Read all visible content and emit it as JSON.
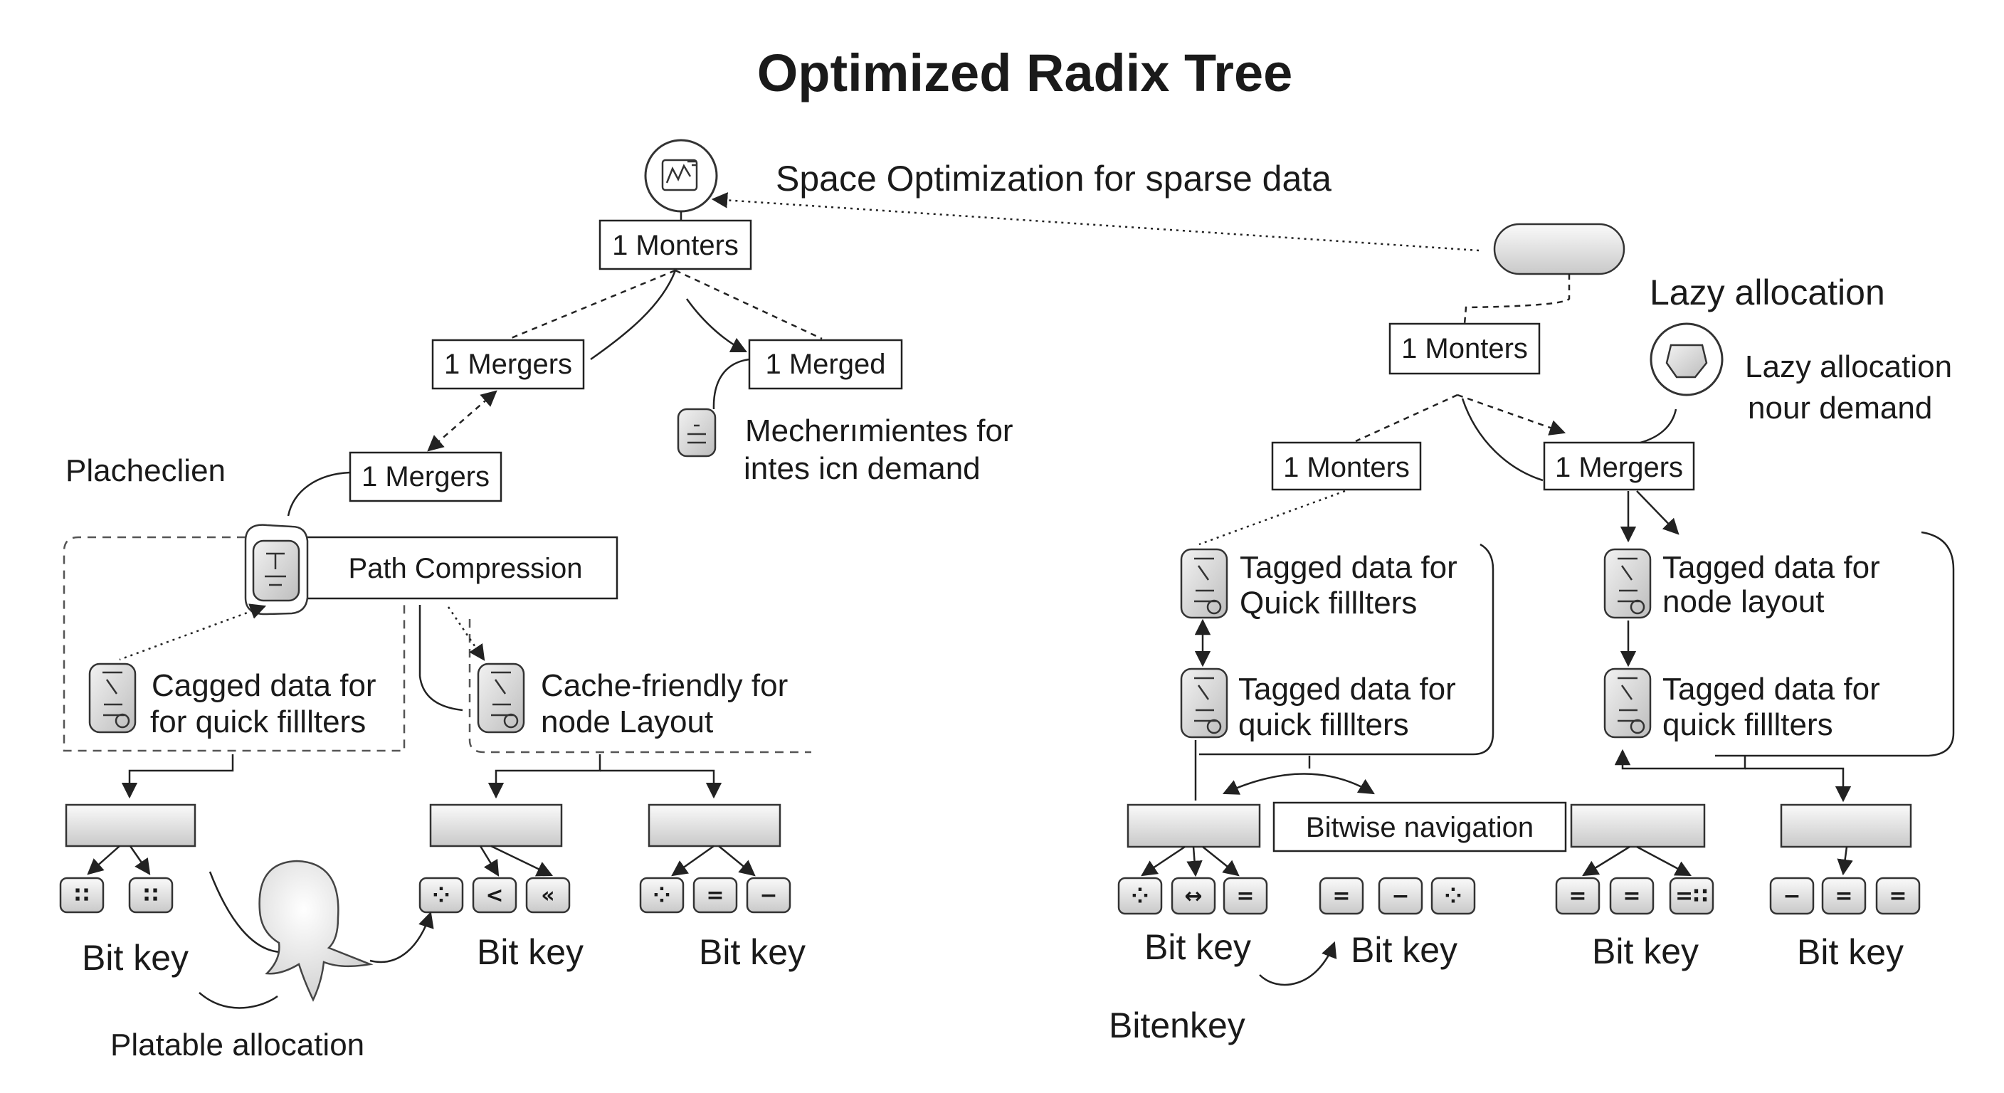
{
  "title": "Optimized Radix Tree",
  "top_note": "Space Optimization for sparse data",
  "left_tree": {
    "root": "1 Monters",
    "mergers_a": "1 Mergers",
    "merged": "1 Merged",
    "mergers_b": "1 Mergers",
    "placeholder_label": "Placheclien",
    "mech_note_line1": "Mecherımientes for",
    "mech_note_line2": "intes iсn demand",
    "path_compression": "Path Compression",
    "cagged_line1": "Cagged data for",
    "cagged_line2": "for quick filllters",
    "cache_line1": "Cache-friendly for",
    "cache_line2": "node Layout",
    "bit_keys": [
      "Bit key",
      "Bit key",
      "Bit key"
    ],
    "platable": "Platable allocation"
  },
  "right_tree": {
    "lazy_title": "Lazy allocation",
    "lazy_line1": "Lazy allocation",
    "lazy_line2": "nour demand",
    "root": "1 Monters",
    "monters": "1 Monters",
    "mergers": "1 Mergers",
    "tag_quick_1_line1": "Tagged data for",
    "tag_quick_1_line2": "Quick filllters",
    "tag_quick_2_line1": "Tagged data for",
    "tag_quick_2_line2": "quick filllters",
    "tag_layout_line1": "Tagged data for",
    "tag_layout_line2": "node layout",
    "tag_quick_3_line1": "Tagged data for",
    "tag_quick_3_line2": "quick filllters",
    "bitwise": "Bitwise navigation",
    "bit_keys": [
      "Bit key",
      "Bit key",
      "Bit key",
      "Bit key"
    ],
    "bitenkey": "Bitenkey"
  },
  "key_glyphs": {
    "k1": "∷",
    "k2": "∷",
    "k3": "⁘",
    "k4": "<",
    "k5": "«",
    "k6": "⁘",
    "k7": "=",
    "k8": "−",
    "k9": "⁘",
    "k10": "↔",
    "k11": "=",
    "k12": "=",
    "k13": "−",
    "k14": "⁘",
    "k15": "=",
    "k16": "=",
    "k17": "=∷",
    "k18": "−",
    "k19": "=",
    "k20": "="
  }
}
